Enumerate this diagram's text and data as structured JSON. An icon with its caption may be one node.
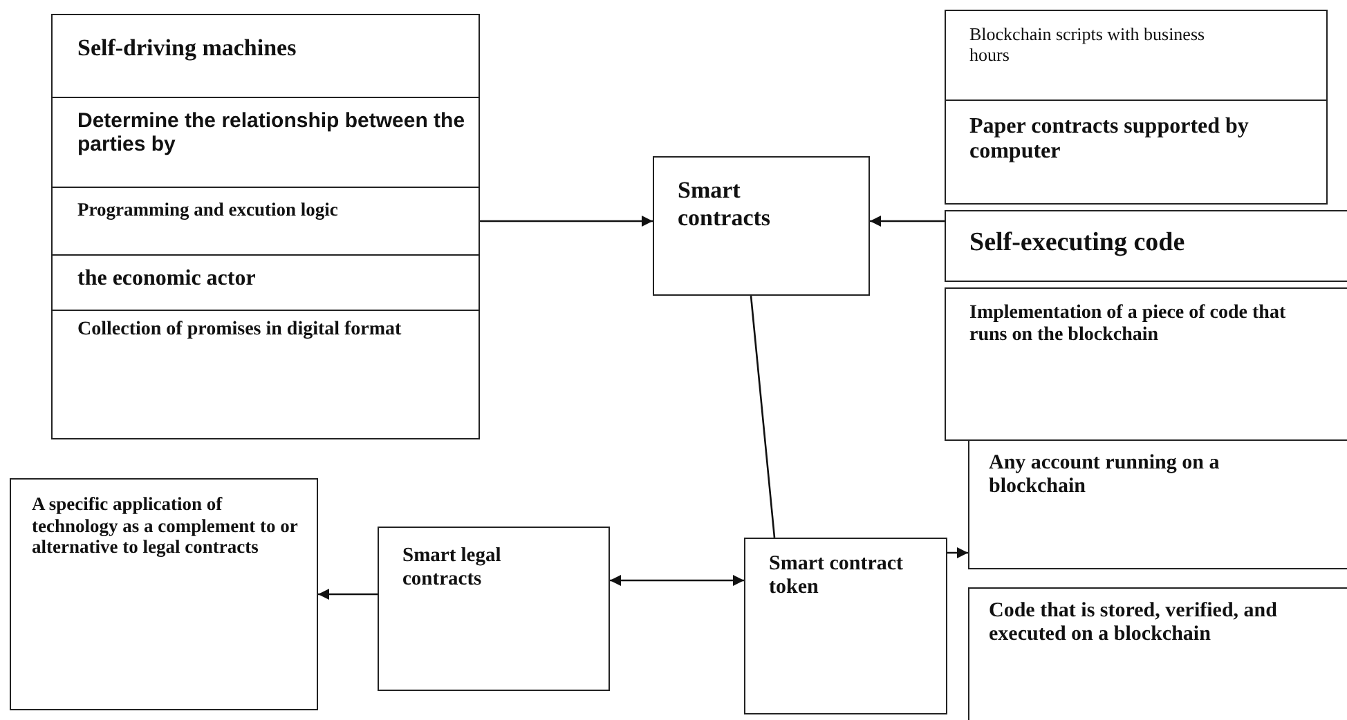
{
  "diagram": {
    "nodes": [
      {
        "text": [
          "Self-driving machines"
        ]
      },
      {
        "text": [
          "Determine the relationship between the parties by"
        ]
      },
      {
        "text": [
          "Programming and excution logic"
        ]
      },
      {
        "text": [
          "the economic actor"
        ]
      },
      {
        "text": [
          "Collection of promises in digital format"
        ]
      },
      {
        "text": [
          "Smart contracts"
        ]
      },
      {
        "text": [
          "Blockchain scripts with business hours"
        ]
      },
      {
        "text": [
          "Paper contracts supported by computer"
        ]
      },
      {
        "text": [
          "Self-executing code"
        ]
      },
      {
        "text": [
          "Implementation of a piece of code that runs on the blockchain"
        ]
      },
      {
        "text": [
          "A specific application of technology as a complement to or alternative to legal contracts"
        ]
      },
      {
        "text": [
          "Smart legal contracts"
        ]
      },
      {
        "text": [
          "Smart contract token"
        ]
      },
      {
        "text": [
          "Any account running on a blockchain"
        ]
      },
      {
        "text": [
          "Code that is stored, verified, and executed on a blockchain"
        ]
      }
    ],
    "edges": [
      {
        "from": 2,
        "to": 5,
        "arrow": "to"
      },
      {
        "from": 8,
        "to": 5,
        "arrow": "to"
      },
      {
        "from": 5,
        "to": 12,
        "arrow": "none"
      },
      {
        "from": 11,
        "to": 10,
        "arrow": "to"
      },
      {
        "from": 11,
        "to": 12,
        "arrow": "both"
      },
      {
        "from": 12,
        "to": 13,
        "arrow": "to"
      }
    ]
  }
}
